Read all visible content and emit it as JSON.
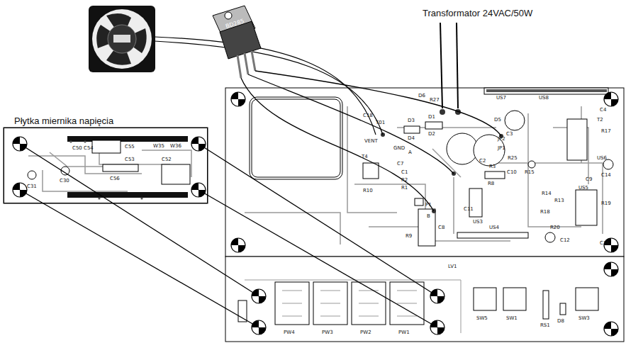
{
  "diagram": {
    "nodes": [
      {
        "text": [
          "Płytka miernika napięcia"
        ]
      }
    ],
    "labels": [
      "Transformator 24VAC/50W",
      "BD285",
      "US7",
      "US8",
      "D5",
      "JP2",
      "JP1",
      "R25",
      "C4",
      "T2",
      "R17",
      "US6",
      "C14",
      "C9",
      "US5",
      "R19",
      "C16",
      "R20",
      "C12",
      "R14",
      "R13",
      "R18",
      "R8",
      "C11",
      "US3",
      "R3",
      "C2",
      "C3",
      "C1",
      "R2",
      "R1",
      "C7",
      "T4",
      "R10",
      "US4",
      "C8",
      "P1",
      "R9",
      "D6",
      "R27",
      "C18",
      "T01",
      "D3",
      "D4",
      "D1",
      "D2",
      "VENT",
      "GND",
      "A",
      "B",
      "R15",
      "C10",
      "PW4",
      "PW3",
      "PW2",
      "PW1",
      "SW5",
      "SW1",
      "RS1",
      "D8",
      "SW3",
      "LV1",
      "C30",
      "C31",
      "C50",
      "C52",
      "C53",
      "C54",
      "C55",
      "C56",
      "W35",
      "W36"
    ]
  }
}
